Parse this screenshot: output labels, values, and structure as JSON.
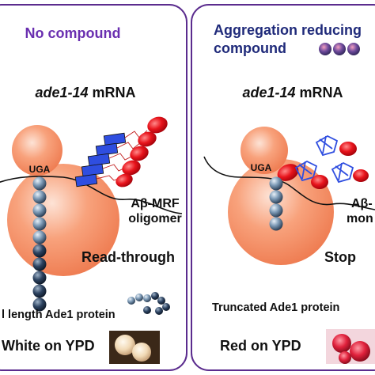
{
  "left_panel": {
    "title": "No compound",
    "mrna_gene": "ade1-14",
    "mrna_suffix": " mRNA",
    "codon": "UGA",
    "peptide_line1": "Aβ-MRF",
    "peptide_line2": "oligomer",
    "outcome": "Read-through",
    "protein": "l length Ade1 protein",
    "phenotype": "White on YPD"
  },
  "right_panel": {
    "title_line1": "Aggregation reducing",
    "title_line2": "compound",
    "mrna_gene": "ade1-14",
    "mrna_suffix": " mRNA",
    "codon": "UGA",
    "peptide_line1": "Aβ-",
    "peptide_line2": "mon",
    "outcome": "Stop",
    "protein": "Truncated Ade1 protein",
    "phenotype": "Red on YPD"
  },
  "colors": {
    "panel_border": "#5b2c8e",
    "title_purple": "#6a2fb0",
    "title_navy": "#1f2a7a",
    "ribosome": "#f59a72",
    "release_factor": "#e8141c",
    "oligomer_blue": "#2f4ee0"
  },
  "icons": [
    "ribosome",
    "bead-chain",
    "release-factor",
    "compound-sphere",
    "yeast-colony"
  ]
}
